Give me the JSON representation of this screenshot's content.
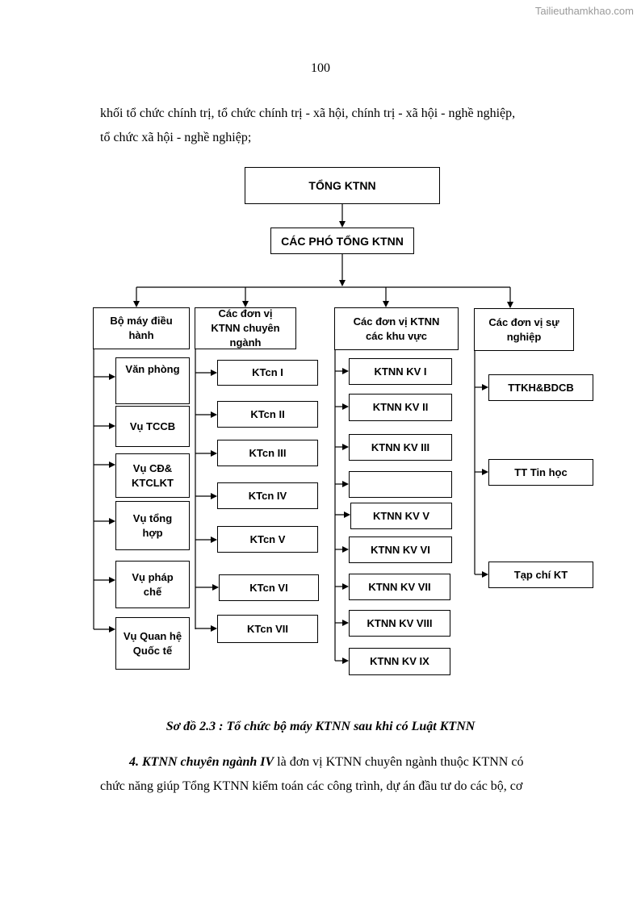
{
  "watermark": "Tailieuthamkhao.com",
  "page_number": "100",
  "intro": {
    "line1": "khối tổ chức chính trị, tổ chức chính trị - xã hội, chính trị - xã hội - nghề nghiệp,",
    "line2": "tổ chức xã hội - nghề nghiệp;"
  },
  "chart": {
    "root": "TỔNG KTNN",
    "deputy": "CÁC PHÓ TỔNG KTNN",
    "groups": [
      {
        "title": "Bộ máy điều hành",
        "items": [
          "Văn phòng",
          "Vụ TCCB",
          "Vụ CĐ& KTCLKT",
          "Vụ tổng hợp",
          "Vụ pháp chế",
          "Vụ Quan hệ Quốc tế"
        ]
      },
      {
        "title": "Các đơn vị KTNN chuyên ngành",
        "items": [
          "KTcn I",
          "KTcn II",
          "KTcn III",
          "KTcn IV",
          "KTcn V",
          "KTcn VI",
          "KTcn VII"
        ]
      },
      {
        "title": "Các đơn vị KTNN các khu vực",
        "items": [
          "KTNN KV I",
          "KTNN KV II",
          "KTNN KV III",
          "",
          "KTNN KV V",
          "KTNN KV VI",
          "KTNN KV VII",
          "KTNN KV VIII",
          "KTNN KV IX"
        ]
      },
      {
        "title": "Các đơn vị sự nghiệp",
        "items": [
          "TTKH&BDCB",
          "TT Tin học",
          "Tạp chí KT"
        ]
      }
    ]
  },
  "caption": "Sơ đồ 2.3 : Tổ chức bộ máy KTNN sau khi có Luật KTNN",
  "section": {
    "heading": "4. KTNN chuyên ngành IV",
    "text_line1": " là đơn vị KTNN chuyên ngành thuộc KTNN có",
    "text_line2": "chức năng giúp Tổng KTNN kiểm toán các công trình, dự án đầu tư do các bộ, cơ"
  }
}
